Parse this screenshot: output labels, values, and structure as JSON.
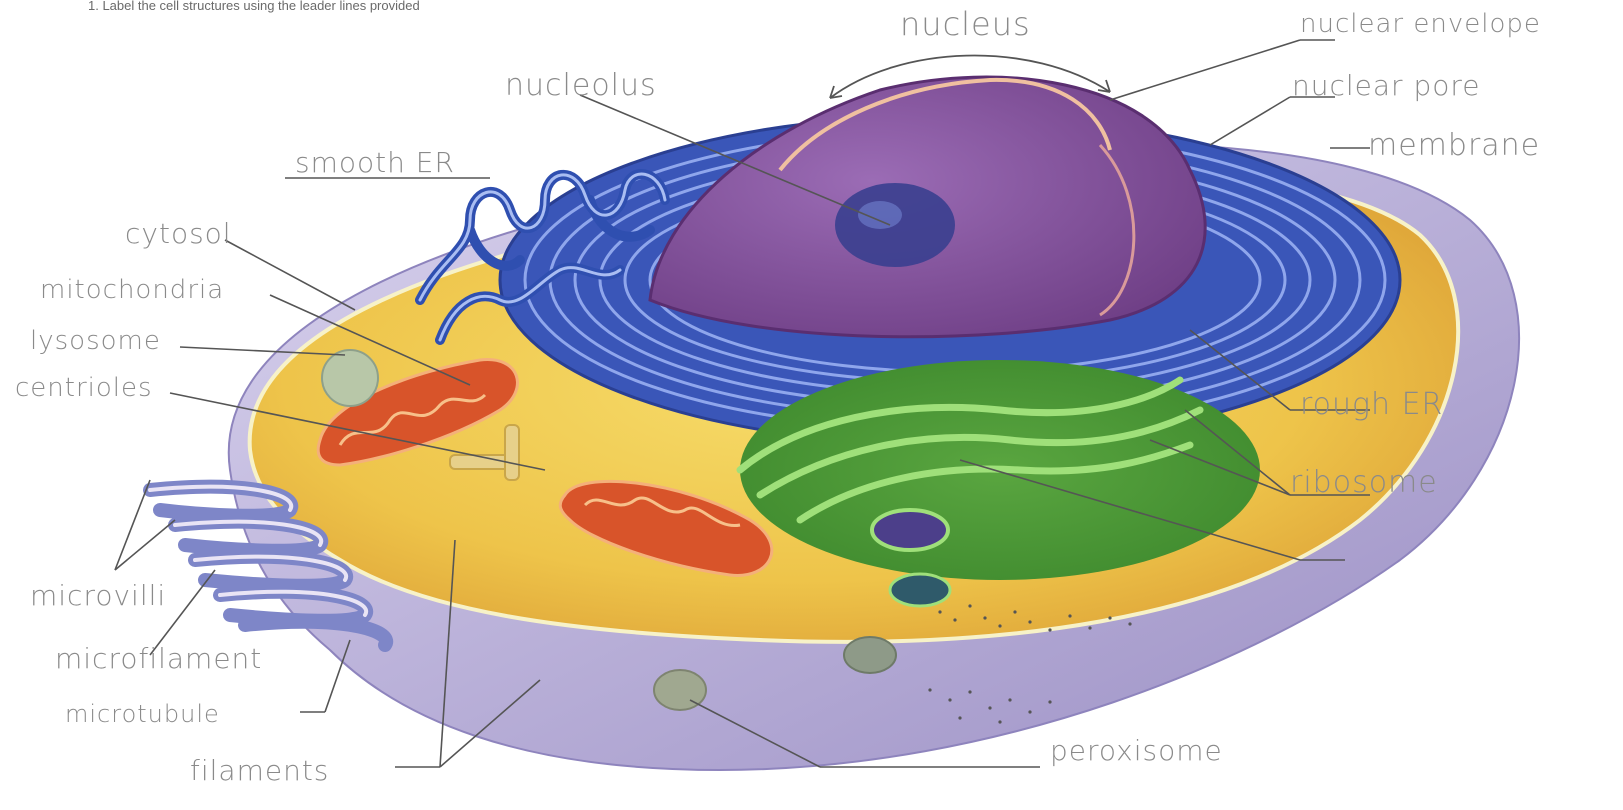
{
  "instruction": "1.  Label the cell structures using the leader lines provided",
  "labels": {
    "nucleus": "nucleus",
    "nuclear_envelope": "nuclear envelope",
    "nuclear_pore": "nuclear pore",
    "nucleolus": "nucleolus",
    "smooth_er": "smooth ER",
    "membrane": "membrane",
    "cytosol": "cytosol",
    "mitochondria": "mitochondria",
    "lysosome": "lysosome",
    "centrioles": "centrioles",
    "rough_er": "rough ER",
    "ribosome": "ribosome",
    "microvilli": "microvilli",
    "microfilament": "microfilament",
    "microtubule": "microtubule",
    "filaments": "filaments",
    "peroxisome": "peroxisome"
  },
  "colors": {
    "cytoplasm": "#f3cf4a",
    "nucleus": "#8a5aa0",
    "rough_er": "#3a56b8",
    "smooth_er": "#2f4fb0",
    "golgi": "#7cc255",
    "mitochondria": "#d8542a",
    "membrane": "#b9a9d8",
    "leader_line": "#555555",
    "handwriting": "#8a8a8a"
  }
}
